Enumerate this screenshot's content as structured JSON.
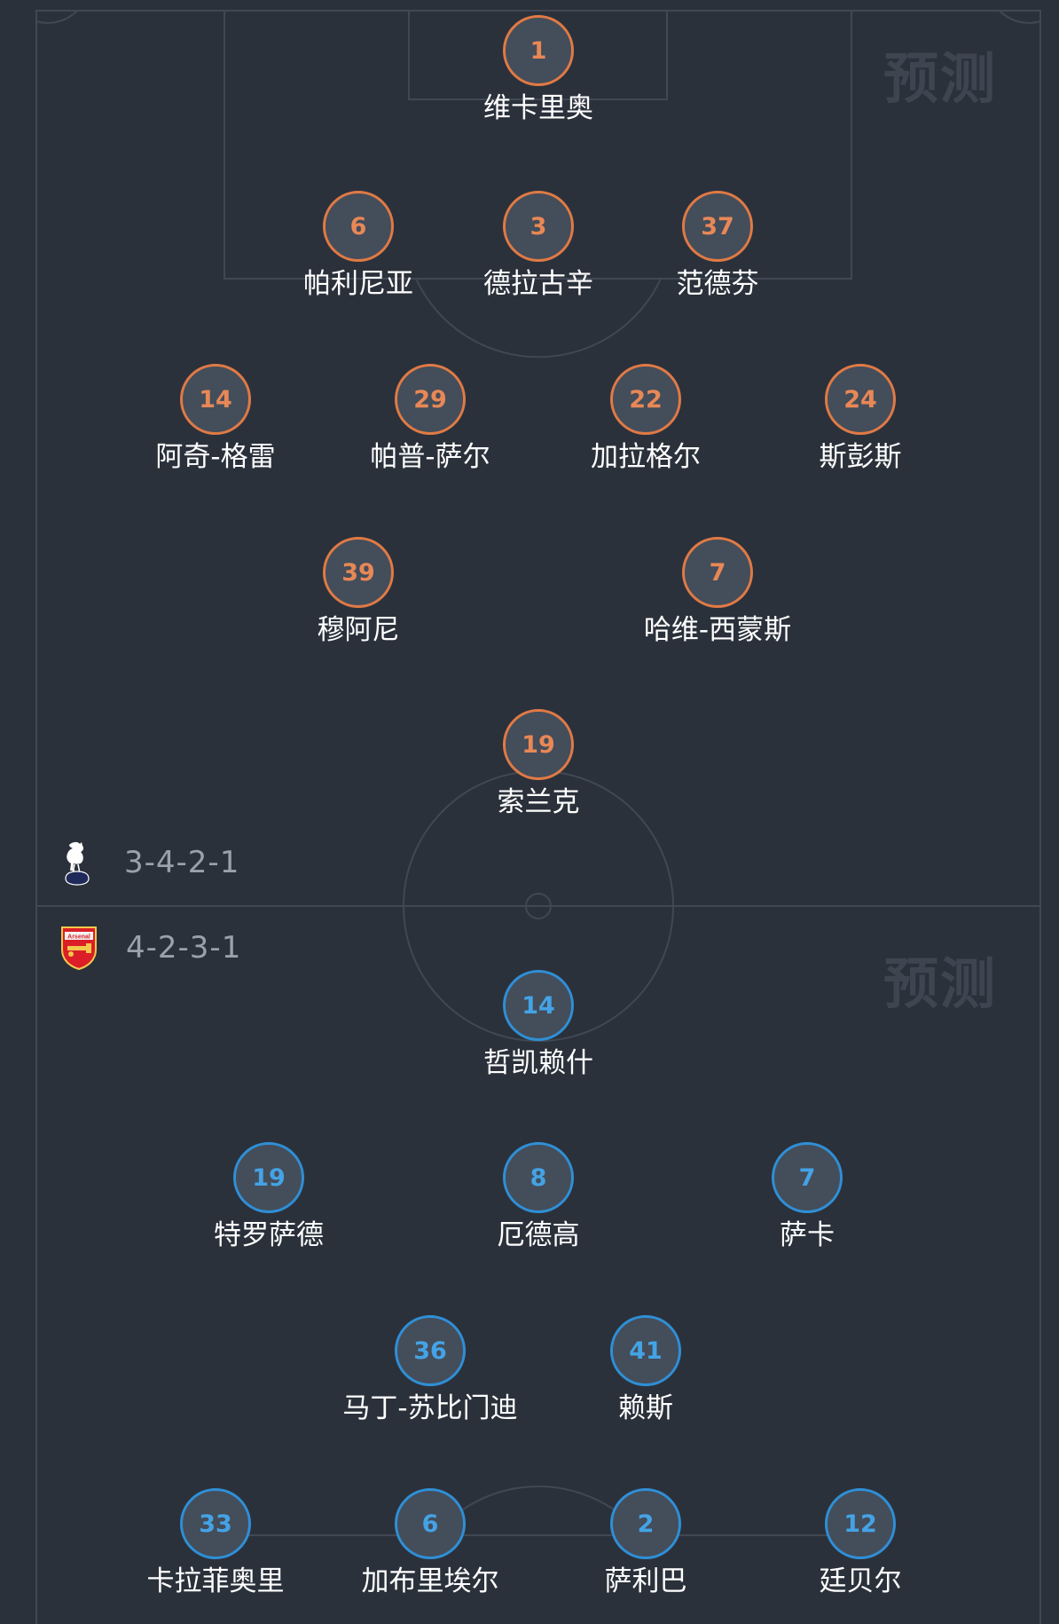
{
  "colors": {
    "background": "#2b313b",
    "line": "#404854",
    "home_accent": "#e07a45",
    "away_accent": "#2f8fd6",
    "circle_fill": "#444d5a"
  },
  "home": {
    "crest_icon": "spurs-cockerel-icon",
    "formation": "3-4-2-1",
    "watermark": "预测",
    "players": [
      {
        "number": "1",
        "name": "维卡里奥"
      },
      {
        "number": "6",
        "name": "帕利尼亚"
      },
      {
        "number": "3",
        "name": "德拉古辛"
      },
      {
        "number": "37",
        "name": "范德芬"
      },
      {
        "number": "14",
        "name": "阿奇-格雷"
      },
      {
        "number": "29",
        "name": "帕普-萨尔"
      },
      {
        "number": "22",
        "name": "加拉格尔"
      },
      {
        "number": "24",
        "name": "斯彭斯"
      },
      {
        "number": "39",
        "name": "穆阿尼"
      },
      {
        "number": "7",
        "name": "哈维-西蒙斯"
      },
      {
        "number": "19",
        "name": "索兰克"
      }
    ]
  },
  "away": {
    "crest_icon": "arsenal-crest-icon",
    "crest_text": "Arsenal",
    "formation": "4-2-3-1",
    "watermark": "预测",
    "players": [
      {
        "number": "14",
        "name": "哲凯赖什"
      },
      {
        "number": "19",
        "name": "特罗萨德"
      },
      {
        "number": "8",
        "name": "厄德高"
      },
      {
        "number": "7",
        "name": "萨卡"
      },
      {
        "number": "36",
        "name": "马丁-苏比门迪"
      },
      {
        "number": "41",
        "name": "赖斯"
      },
      {
        "number": "33",
        "name": "卡拉菲奥里"
      },
      {
        "number": "6",
        "name": "加布里埃尔"
      },
      {
        "number": "2",
        "name": "萨利巴"
      },
      {
        "number": "12",
        "name": "廷贝尔"
      }
    ]
  }
}
